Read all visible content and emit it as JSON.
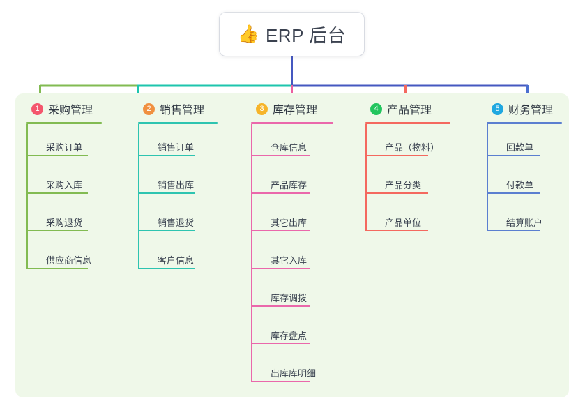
{
  "diagram": {
    "type": "mind-map",
    "root": {
      "icon": "thumbs-up-icon",
      "icon_glyph": "👍",
      "label": "ERP 后台"
    },
    "panel_color": "#eff8e9",
    "branches": [
      {
        "number": "1",
        "title": "采购管理",
        "badge_color": "#f4566d",
        "line_color": "#82bb52",
        "connector_color": "#82bb52",
        "leaves": [
          "采购订单",
          "采购入库",
          "采购退货",
          "供应商信息"
        ]
      },
      {
        "number": "2",
        "title": "销售管理",
        "badge_color": "#f09040",
        "line_color": "#2ec4b0",
        "connector_color": "#1ec5ad",
        "leaves": [
          "销售订单",
          "销售出库",
          "销售退货",
          "客户信息"
        ]
      },
      {
        "number": "3",
        "title": "库存管理",
        "badge_color": "#f6b429",
        "line_color": "#ea68ab",
        "connector_color": "#ec5f9f",
        "leaves": [
          "仓库信息",
          "产品库存",
          "其它出库",
          "其它入库",
          "库存调拨",
          "库存盘点",
          "出库库明细"
        ]
      },
      {
        "number": "4",
        "title": "产品管理",
        "badge_color": "#22c55e",
        "line_color": "#f4695f",
        "connector_color": "#f4695f",
        "leaves": [
          "产品（物料）",
          "产品分类",
          "产品单位"
        ]
      },
      {
        "number": "5",
        "title": "财务管理",
        "badge_color": "#20a8e0",
        "line_color": "#5b7fd0",
        "connector_color": "#4b6fd0",
        "leaves": [
          "回款单",
          "付款单",
          "结算账户"
        ]
      }
    ],
    "trunk_color": "#4558c0"
  }
}
